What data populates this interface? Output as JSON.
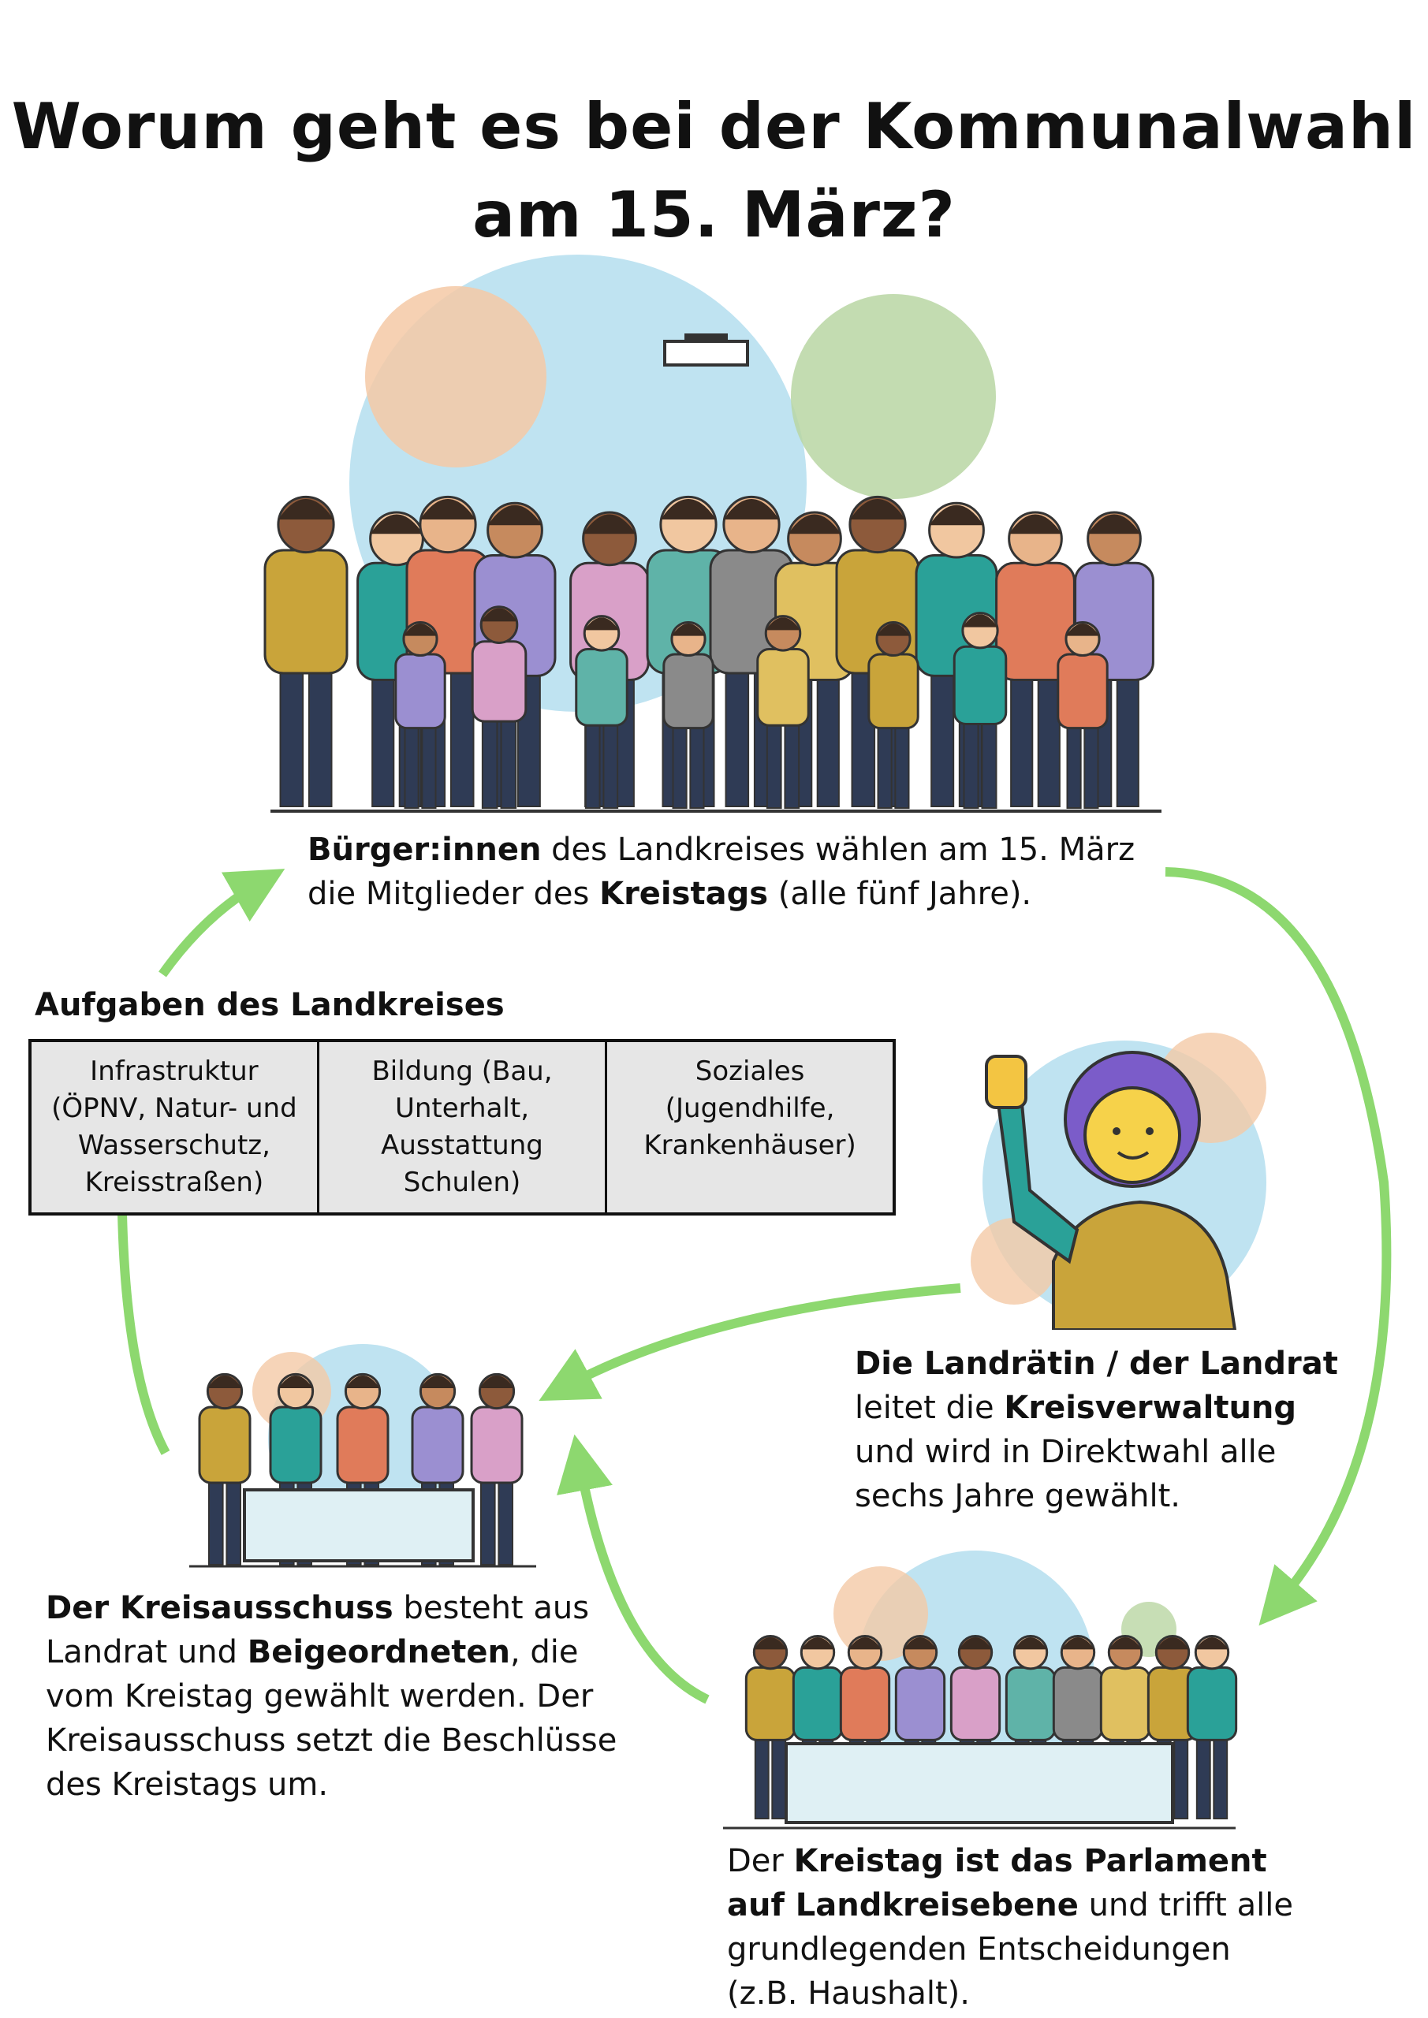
{
  "title": {
    "line1": "Worum geht es bei der Kommunalwahl",
    "line2": "am 15. März?"
  },
  "citizens": {
    "bold1": "Bürger:innen",
    "t1": " des Landkreises wählen am 15. März",
    "t2": "die Mitglieder des ",
    "bold2": "Kreistags",
    "t3": " (alle fünf Jahre)."
  },
  "tasks": {
    "heading": "Aufgaben des Landkreises",
    "cells": [
      "Infrastruktur (ÖPNV, Natur- und Wasserschutz, Kreisstraßen)",
      "Bildung (Bau, Unterhalt, Ausstattung Schulen)",
      "Soziales (Jugendhilfe, Krankenhäuser)"
    ]
  },
  "landrat": {
    "bold1": "Die Landrätin / der Landrat",
    "t1": "leitet die ",
    "bold2": "Kreisverwaltung",
    "t2": "und wird in Direktwahl alle",
    "t3": "sechs Jahre gewählt."
  },
  "ausschuss": {
    "bold1": "Der Kreisausschuss",
    "t1": " besteht aus",
    "t2": "Landrat und ",
    "bold2": "Beigeordneten",
    "t3": ", die",
    "t4": "vom Kreistag gewählt werden. Der",
    "t5": "Kreisausschuss setzt die Beschlüsse",
    "t6": "des Kreistags um."
  },
  "kreistag": {
    "t1": "Der ",
    "bold1": "Kreistag ist das Parlament",
    "bold2": "auf Landkreisebene",
    "t2": " und trifft alle",
    "t3": "grundlegenden Entscheidungen",
    "t4": "(z.B. Haushalt)."
  },
  "colors": {
    "arrow": "#8dd86f",
    "table_bg": "#e6e6e6"
  }
}
